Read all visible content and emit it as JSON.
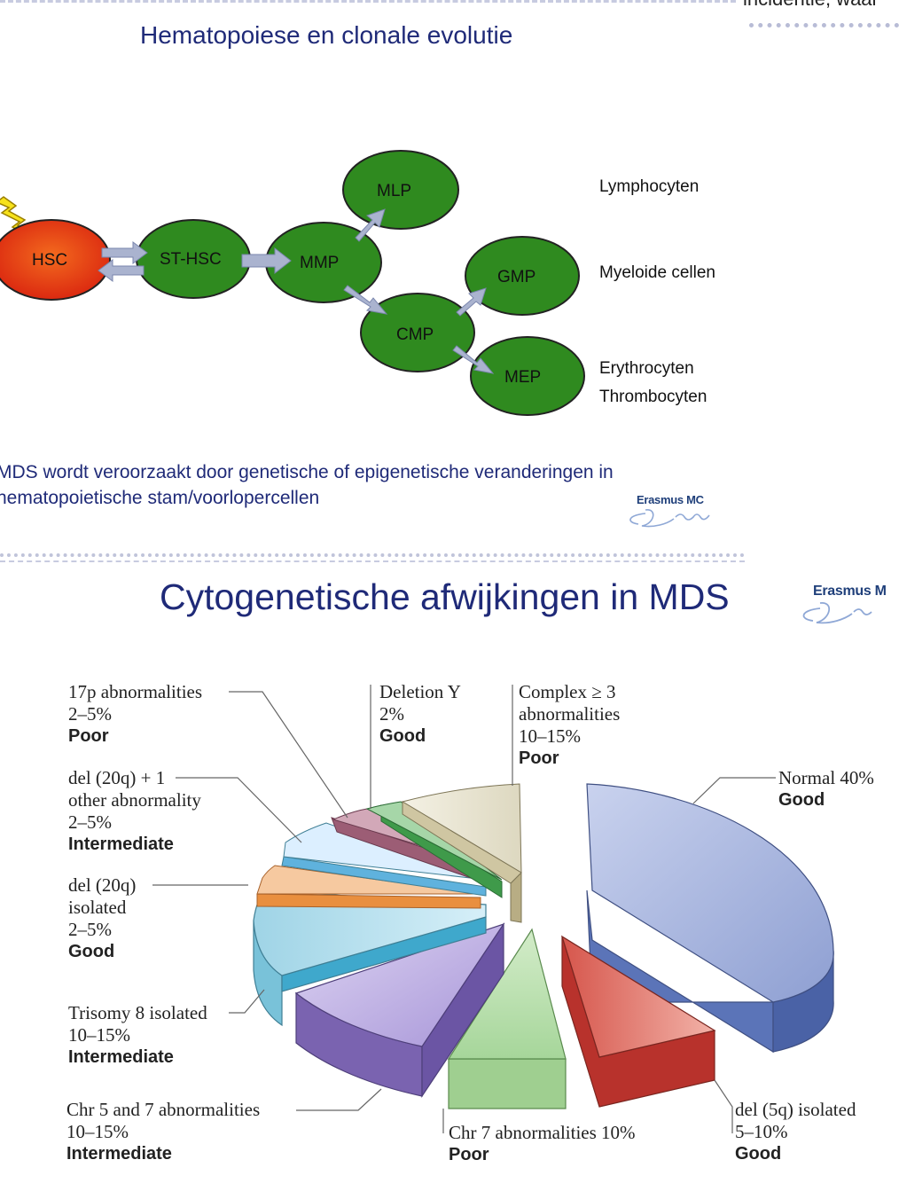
{
  "slide1": {
    "cut_text": "incidentie, waar",
    "title": "Hematopoiese en clonale evolutie",
    "nodes": {
      "hsc": "HSC",
      "st_hsc": "ST-HSC",
      "mmp": "MMP",
      "mlp": "MLP",
      "cmp": "CMP",
      "gmp": "GMP",
      "mep": "MEP"
    },
    "outcomes": {
      "lymph": "Lymphocyten",
      "myeloid": "Myeloide cellen",
      "ery": "Erythrocyten",
      "thrombo": "Thrombocyten"
    },
    "body_line1": "MDS wordt veroorzaakt door genetische of epigenetische veranderingen in",
    "body_line2": "hematopoietische stam/voorlopercellen",
    "logo": "Erasmus MC",
    "colors": {
      "node_green": "#2f8a1f",
      "hsc_red": "#e8401c",
      "arrow": "#aab3cf",
      "title": "#1f2a78"
    }
  },
  "slide2": {
    "title": "Cytogenetische afwijkingen in MDS",
    "logo": "Erasmus M",
    "segments": [
      {
        "name": "17p abnormalities",
        "pct": "2–5%",
        "category": "Poor",
        "color": "#b97a90"
      },
      {
        "name": "Deletion Y",
        "pct": "2%",
        "category": "Good",
        "color": "#7fbf7f"
      },
      {
        "name_line1": "Complex ≥ 3",
        "name_line2": "abnormalities",
        "pct": "10–15%",
        "category": "Poor",
        "color": "#e4e0cc"
      },
      {
        "name": "Normal 40%",
        "category": "Good",
        "color": "#a9b6dc"
      },
      {
        "name_line1": "del (20q) + 1",
        "name_line2": "other abnormality",
        "pct": "2–5%",
        "category": "Intermediate",
        "color": "#d8ecf8"
      },
      {
        "name_line1": "del (20q)",
        "name_line2": "isolated",
        "pct": "2–5%",
        "category": "Good",
        "color": "#f2b07a"
      },
      {
        "name": "Trisomy 8 isolated",
        "pct": "10–15%",
        "category": "Intermediate",
        "color": "#a8dcea"
      },
      {
        "name": "Chr 5 and 7 abnormalities",
        "pct": "10–15%",
        "category": "Intermediate",
        "color": "#b7a8dc"
      },
      {
        "name": "Chr 7 abnormalities 10%",
        "category": "Poor",
        "color": "#a6d69a"
      },
      {
        "name": "del (5q) isolated",
        "pct": "5–10%",
        "category": "Good",
        "color": "#e07a70"
      }
    ]
  }
}
